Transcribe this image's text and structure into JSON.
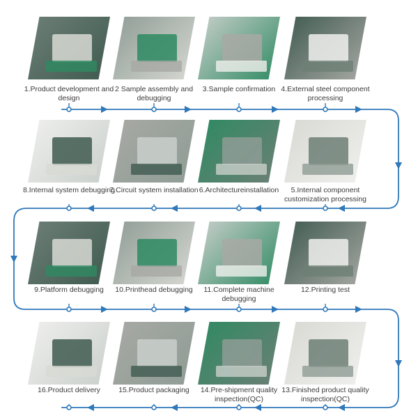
{
  "colors": {
    "flow_line": "#2f78b9",
    "label_text": "#3b3b3b",
    "photo_palette": [
      "#6d7f76",
      "#8e9c95",
      "#c9cfcb",
      "#3f5a50",
      "#d8d9d3",
      "#2e8a62",
      "#a8a9a4",
      "#f0f0ee"
    ]
  },
  "steps": [
    {
      "label": "1.Product development and design",
      "icon": "design-desk-photo"
    },
    {
      "label": "2 Sample assembly and debugging",
      "icon": "assembly-photo"
    },
    {
      "label": "3.Sample confirmation",
      "icon": "office-team-photo"
    },
    {
      "label": "4.External steel component processing",
      "icon": "steel-bending-photo"
    },
    {
      "label": "5.Internal component customization processing",
      "icon": "laser-cutting-photo"
    },
    {
      "label": "6.Architectureinstallation",
      "icon": "frame-installation-photo"
    },
    {
      "label": "7.Circuit system installation",
      "icon": "circuit-installation-photo"
    },
    {
      "label": "8.Internal system debugging",
      "icon": "system-debug-photo"
    },
    {
      "label": "9.Platform debugging",
      "icon": "platform-debug-photo"
    },
    {
      "label": "10.Printhead debugging",
      "icon": "printhead-debug-photo"
    },
    {
      "label": "11.Complete machine debugging",
      "icon": "machine-debug-photo"
    },
    {
      "label": "12.Printing test",
      "icon": "printing-test-photo"
    },
    {
      "label": "13.Finished product quality inspection(QC)",
      "icon": "finished-qc-photo"
    },
    {
      "label": "14.Pre-shipment quality inspection(QC)",
      "icon": "preshipment-qc-photo"
    },
    {
      "label": "15.Product packaging",
      "icon": "packaging-photo"
    },
    {
      "label": "16.Product delivery",
      "icon": "delivery-truck-photo"
    }
  ]
}
